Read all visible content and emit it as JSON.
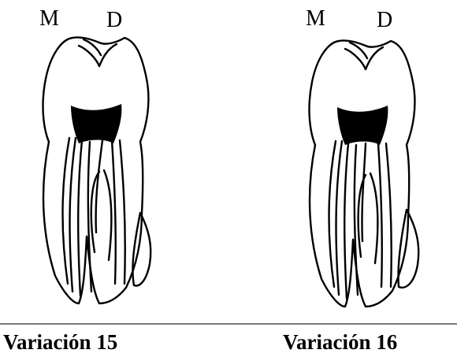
{
  "left_diagram": {
    "label_mesial": "M",
    "label_distal": "D",
    "caption": "Variación 15"
  },
  "right_diagram": {
    "label_mesial": "M",
    "label_distal": "D",
    "caption": "Variación 16"
  },
  "colors": {
    "stroke": "#000000",
    "pulp_fill": "#000000",
    "divider": "#7a7a7a"
  }
}
